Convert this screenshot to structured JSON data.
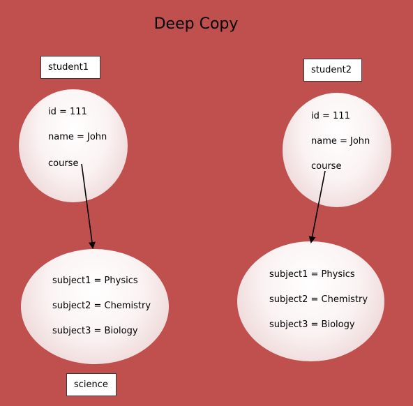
{
  "title": "Deep Copy",
  "left": {
    "object_label": "student1",
    "fields": {
      "id": "id = 111",
      "name": "name = John",
      "course": "course"
    },
    "subjects": [
      "subject1 = Physics",
      "subject2 = Chemistry",
      "subject3 = Biology"
    ],
    "course_label": "science"
  },
  "right": {
    "object_label": "student2",
    "fields": {
      "id": "id = 111",
      "name": "name = John",
      "course": "course"
    },
    "subjects": [
      "subject1 = Physics",
      "subject2 = Chemistry",
      "subject3 = Biology"
    ]
  },
  "colors": {
    "background": "#c0504d",
    "box": "#ffffff",
    "arrow": "#000000"
  }
}
